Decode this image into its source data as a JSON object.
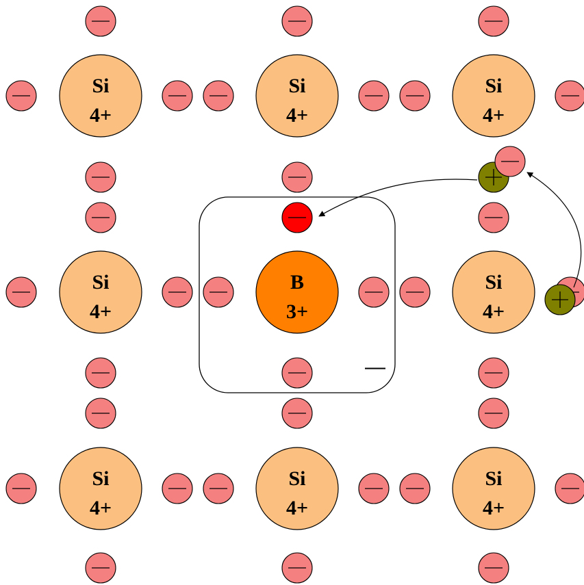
{
  "lattice": {
    "columns": 3,
    "rows": 3,
    "dopant_position": {
      "row": 1,
      "col": 1
    },
    "host_atom": {
      "symbol": "Si",
      "charge": "4+",
      "color": "#FBBF7F"
    },
    "dopant_atom": {
      "symbol": "B",
      "charge": "3+",
      "color": "#FF7F00"
    }
  },
  "electron": {
    "color": "#F58080",
    "symbol": "—"
  },
  "captured_electron": {
    "color": "#FF0000",
    "symbol": "—"
  },
  "hole": {
    "color": "#7F7F00",
    "symbol": "+"
  },
  "acceptor_box": {
    "net_charge_label": "—"
  }
}
